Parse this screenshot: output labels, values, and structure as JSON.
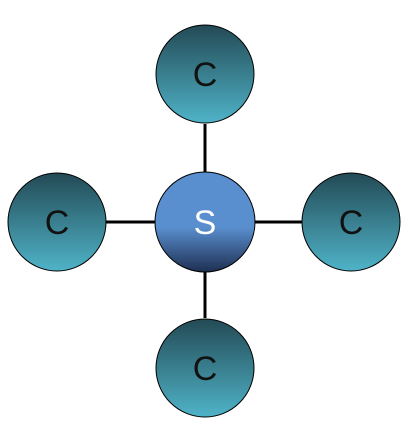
{
  "diagram": {
    "center_atom": {
      "label": "S",
      "label_color": "#ffffff",
      "gradient_top": "#5a8fcf",
      "gradient_bottom": "#1e2f52"
    },
    "outer_atoms": [
      {
        "id": "top",
        "label": "C"
      },
      {
        "id": "left",
        "label": "C"
      },
      {
        "id": "right",
        "label": "C"
      },
      {
        "id": "bottom",
        "label": "C"
      }
    ],
    "outer_style": {
      "label_color": "#111111",
      "gradient_top": "#234a55",
      "gradient_bottom": "#4fb3c8"
    },
    "bond_color": "#000000"
  }
}
